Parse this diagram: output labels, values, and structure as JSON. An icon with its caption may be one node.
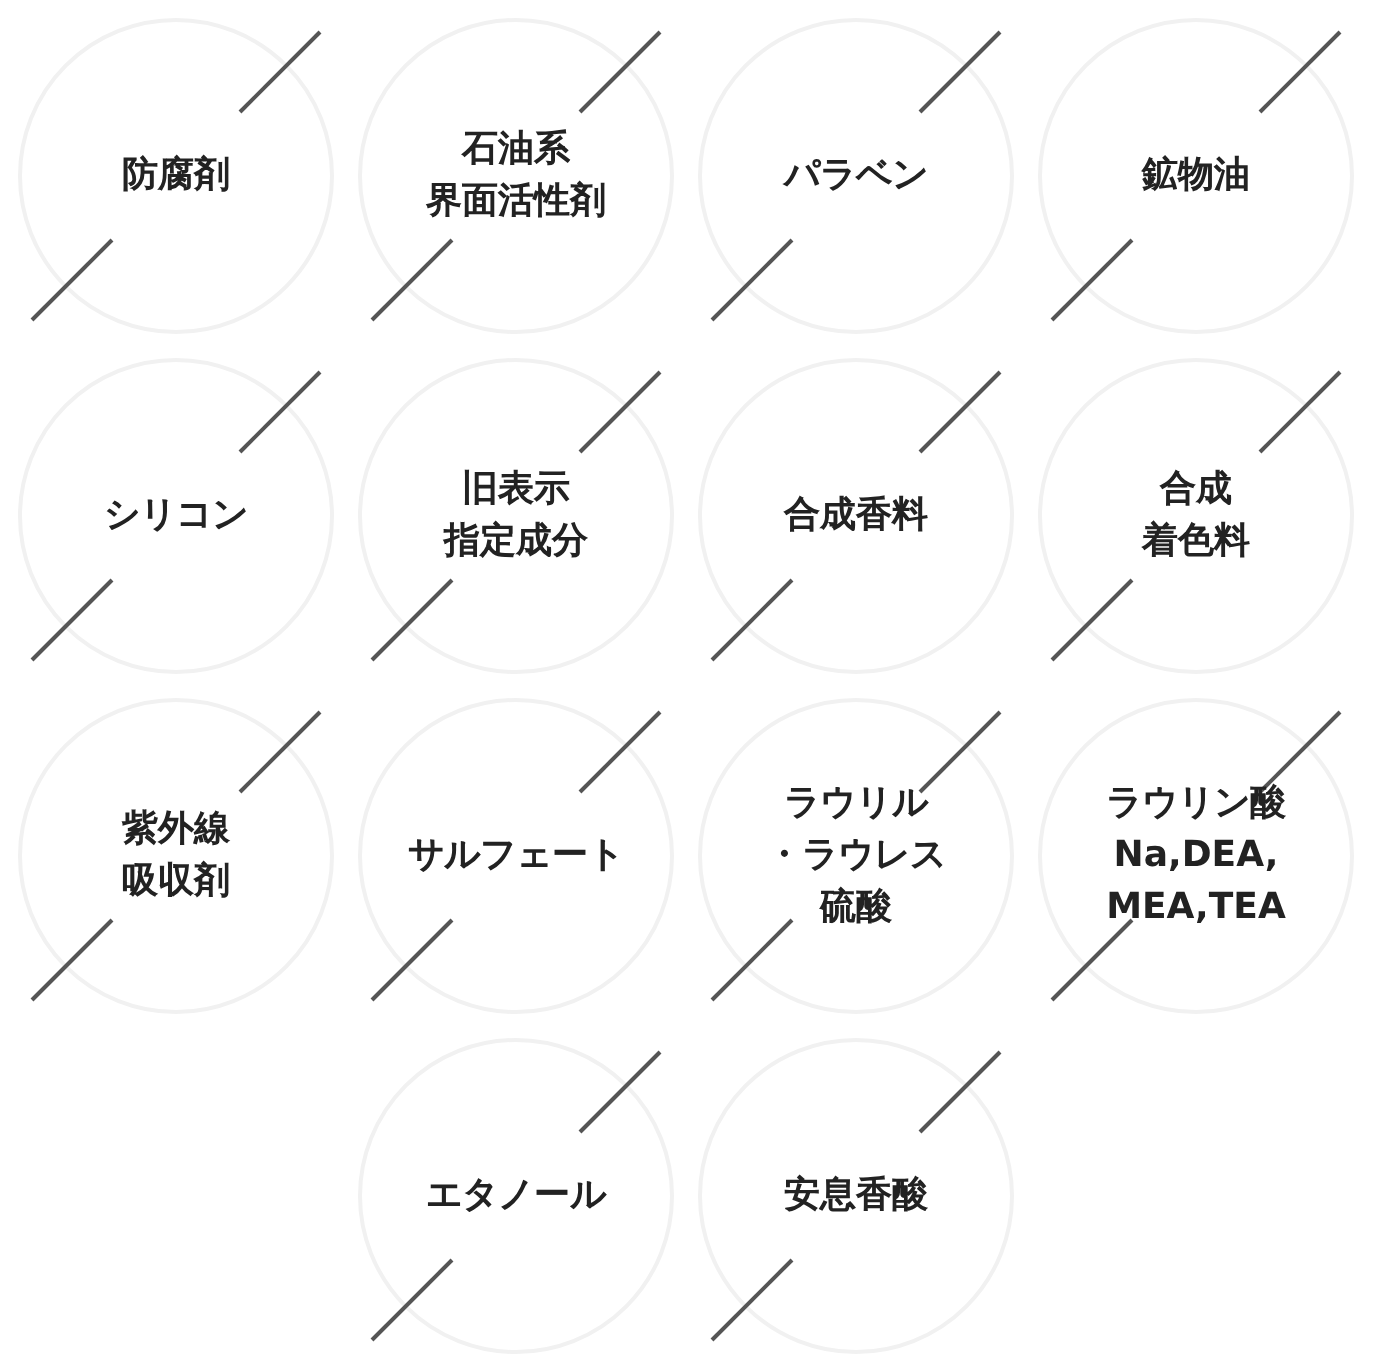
{
  "diagram": {
    "nodes": [
      {
        "text": [
          "防腐剤"
        ]
      },
      {
        "text": [
          "石油系界面活性剤"
        ]
      },
      {
        "text": [
          "パラベン"
        ]
      },
      {
        "text": [
          "鉱物油"
        ]
      },
      {
        "text": [
          "シリコン"
        ]
      },
      {
        "text": [
          "旧表示指定成分"
        ]
      },
      {
        "text": [
          "合成香料"
        ]
      },
      {
        "text": [
          "合成着色料"
        ]
      },
      {
        "text": [
          "紫外線吸収剤"
        ]
      },
      {
        "text": [
          "サルフェート"
        ]
      },
      {
        "text": [
          "ラウリル・ラウレス硫酸"
        ]
      },
      {
        "text": [
          "ラウリン酸Na,DEA,MEA,TEA"
        ]
      },
      {
        "text": [
          "エタノール"
        ]
      },
      {
        "text": [
          "安息香酸"
        ]
      }
    ]
  }
}
